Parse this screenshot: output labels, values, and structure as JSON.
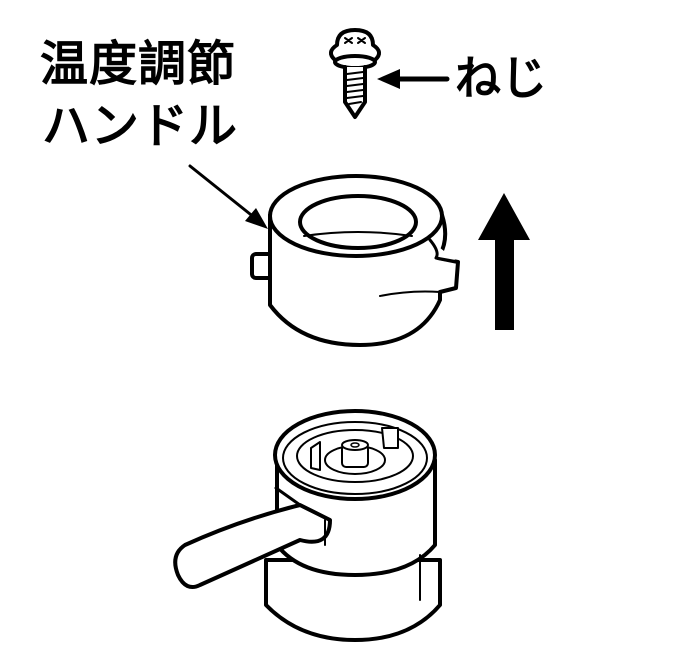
{
  "labels": {
    "handle_line1": "温度調節",
    "handle_line2": "ハンドル",
    "screw": "ねじ"
  },
  "colors": {
    "line": "#000000",
    "background": "#ffffff"
  }
}
